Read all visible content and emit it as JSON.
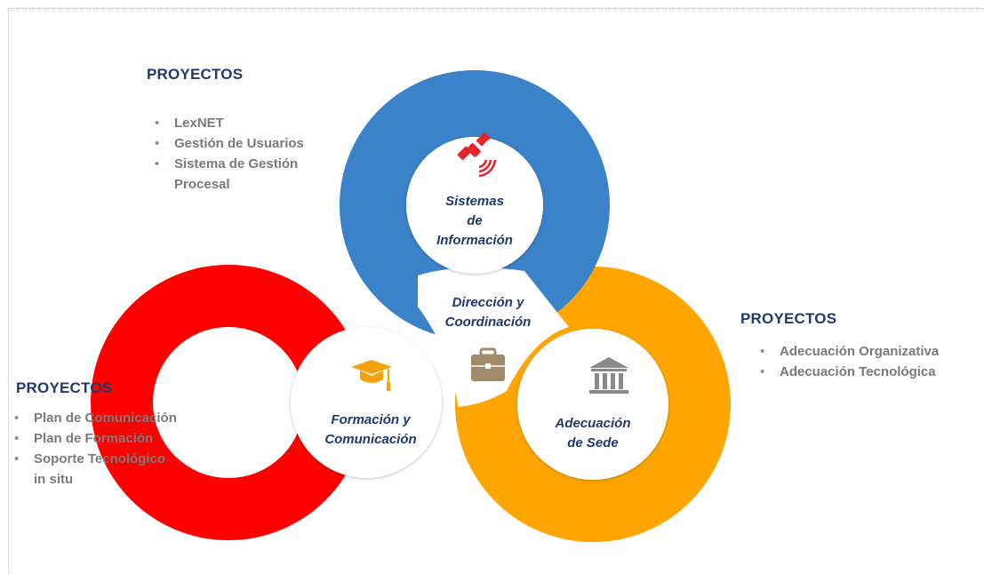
{
  "colors": {
    "blue_ring": "#3a82c9",
    "red_ring": "#fe0000",
    "orange_ring": "#fea500",
    "heading_text": "#1f3a6b",
    "list_text": "#7a7a7a",
    "satellite_icon": "#e3262a",
    "mortarboard_icon": "#f5a20a",
    "briefcase_icon": "#a08a6a",
    "building_icon": "#8a8a8a"
  },
  "top_left": {
    "heading": "PROYECTOS",
    "items": [
      "LexNET",
      "Gestión de Usuarios",
      "Sistema de Gestión\nProcesal"
    ]
  },
  "right": {
    "heading": "PROYECTOS",
    "items": [
      "Adecuación Organizativa",
      "Adecuación Tecnológica"
    ]
  },
  "bottom_left": {
    "heading": "PROYECTOS",
    "items": [
      "Plan de Comunicación",
      "Plan de Formación",
      "Soporte Tecnológico\nin situ"
    ]
  },
  "circles": {
    "sistemas": {
      "label": "Sistemas\nde\nInformación",
      "icon": "satellite-icon"
    },
    "formacion": {
      "label": "Formación y\nComunicación",
      "icon": "mortarboard-icon"
    },
    "adecuacion": {
      "label": "Adecuación\nde Sede",
      "icon": "building-icon"
    },
    "center": {
      "label": "Dirección y\nCoordinación",
      "icon": "briefcase-icon"
    }
  }
}
